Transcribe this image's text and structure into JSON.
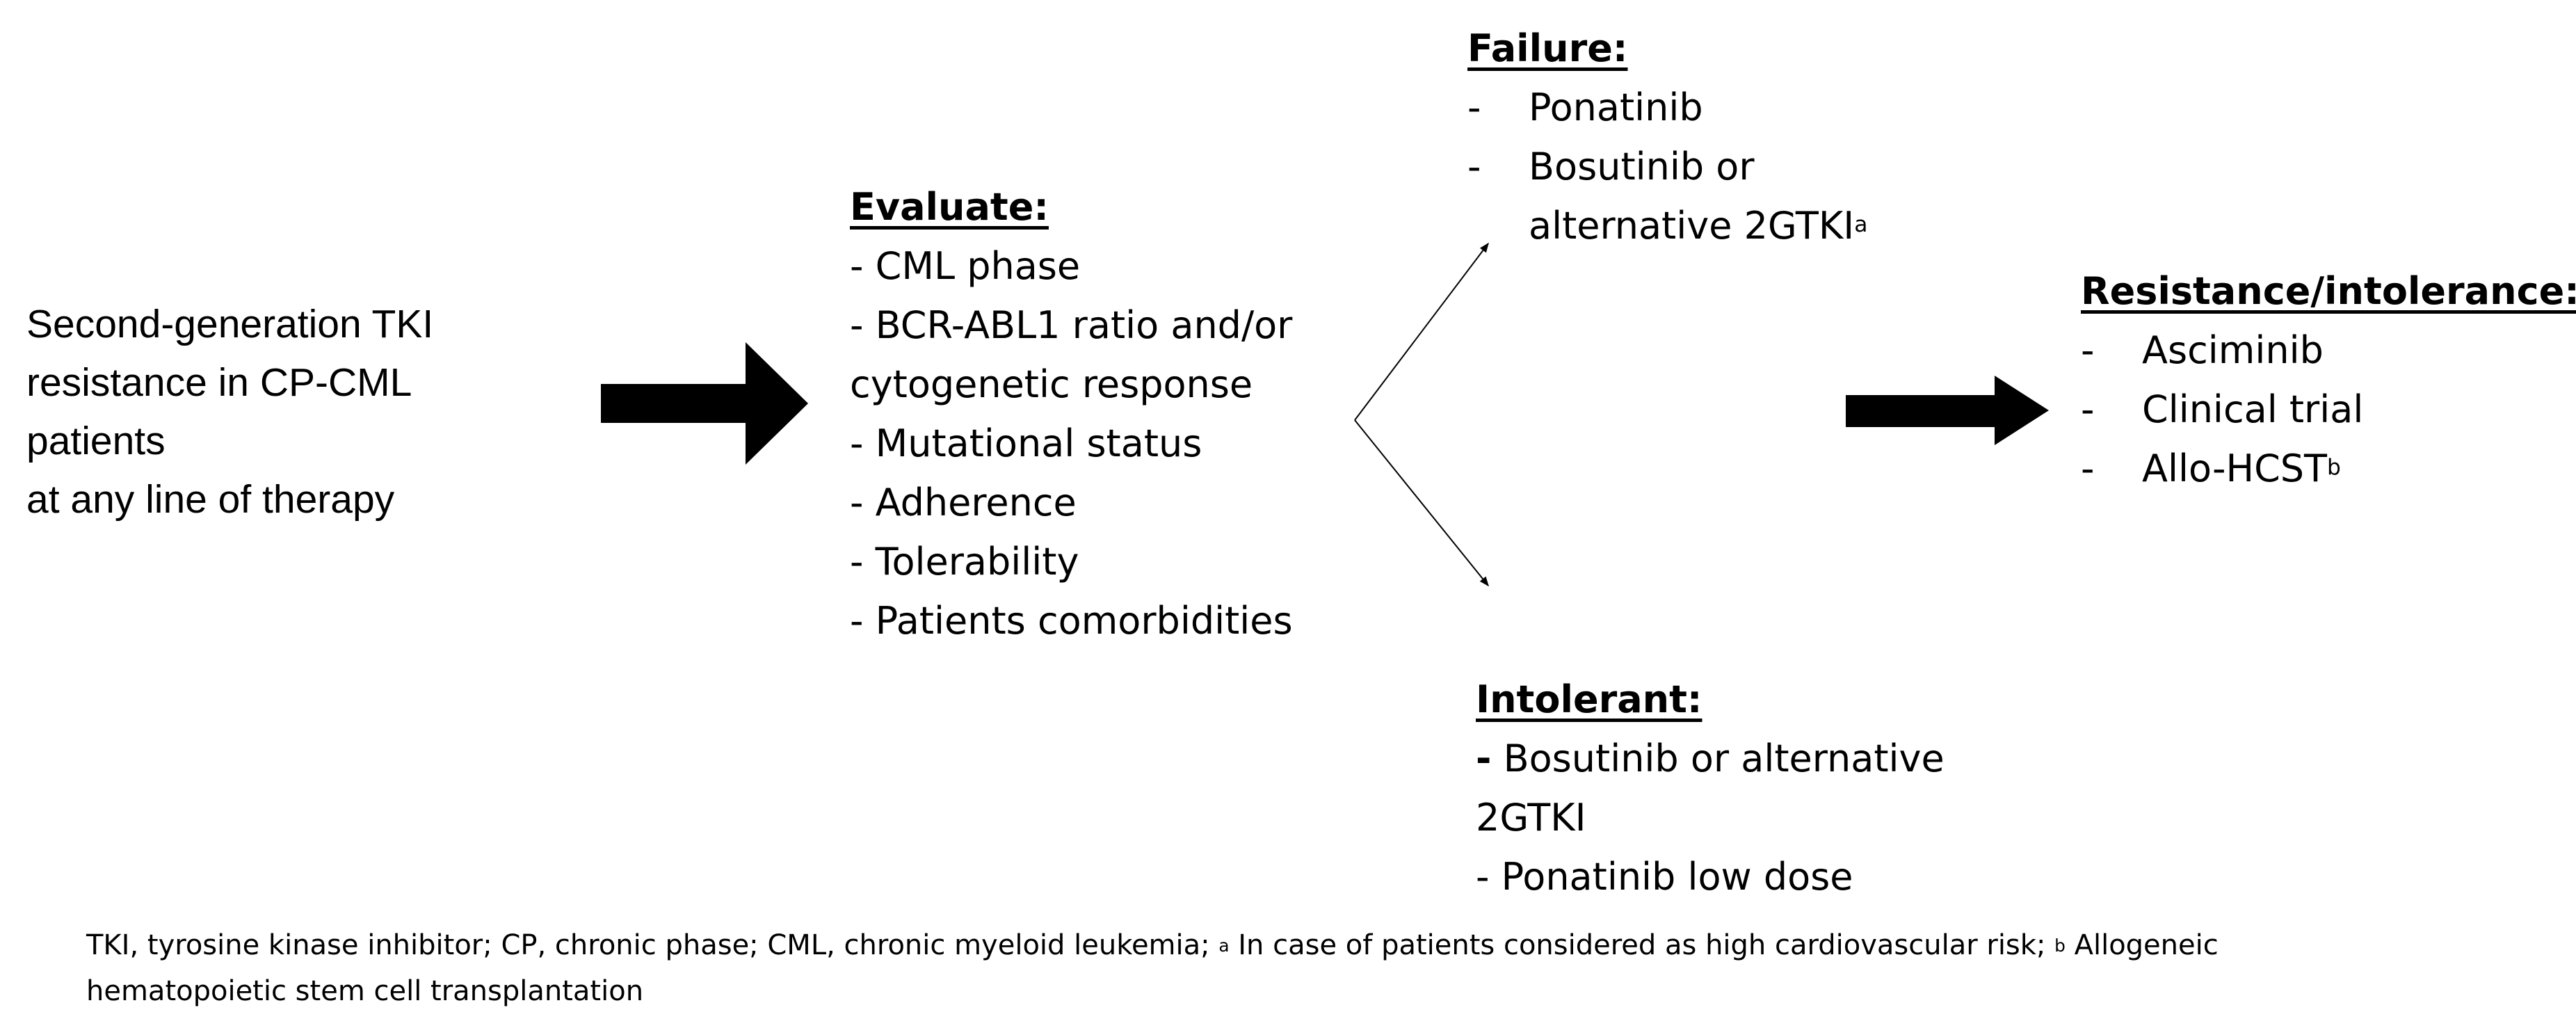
{
  "start_box": {
    "lines": [
      "Second-generation TKI",
      "resistance in CP-CML",
      "patients",
      "at any line of therapy"
    ]
  },
  "evaluate": {
    "heading": "Evaluate:",
    "lines": [
      "- CML phase",
      "- BCR-ABL1 ratio and/or",
      "cytogenetic response",
      "- Mutational status",
      "- Adherence",
      "- Tolerability",
      "- Patients comorbidities"
    ]
  },
  "failure": {
    "heading": "Failure:",
    "dash": "-",
    "items": [
      {
        "text": "Ponatinib"
      },
      {
        "text": "Bosutinib or",
        "continuation": "alternative 2GTKI",
        "sup": "a"
      }
    ]
  },
  "intolerant": {
    "heading": "Intolerant:",
    "dash": "-",
    "line1_text": " Bosutinib or alternative",
    "line2": "2GTKI",
    "line3": "- Ponatinib low dose"
  },
  "resistance": {
    "heading": "Resistance/intolerance:",
    "dash": "-",
    "items": [
      {
        "text": "Asciminib"
      },
      {
        "text": "Clinical trial"
      },
      {
        "text": "Allo-HCST",
        "sup": "b"
      }
    ]
  },
  "footnote": {
    "part1": "TKI, tyrosine kinase inhibitor;  CP, chronic phase; CML, chronic myeloid leukemia;  ",
    "sup_a": "a",
    "part2": " In case of patients considered as high cardiovascular risk; ",
    "sup_b": "b",
    "part3": " Allogeneic",
    "line2": "hematopoietic stem cell transplantation"
  },
  "colors": {
    "text": "#000000",
    "arrow": "#000000",
    "background": "#ffffff"
  }
}
